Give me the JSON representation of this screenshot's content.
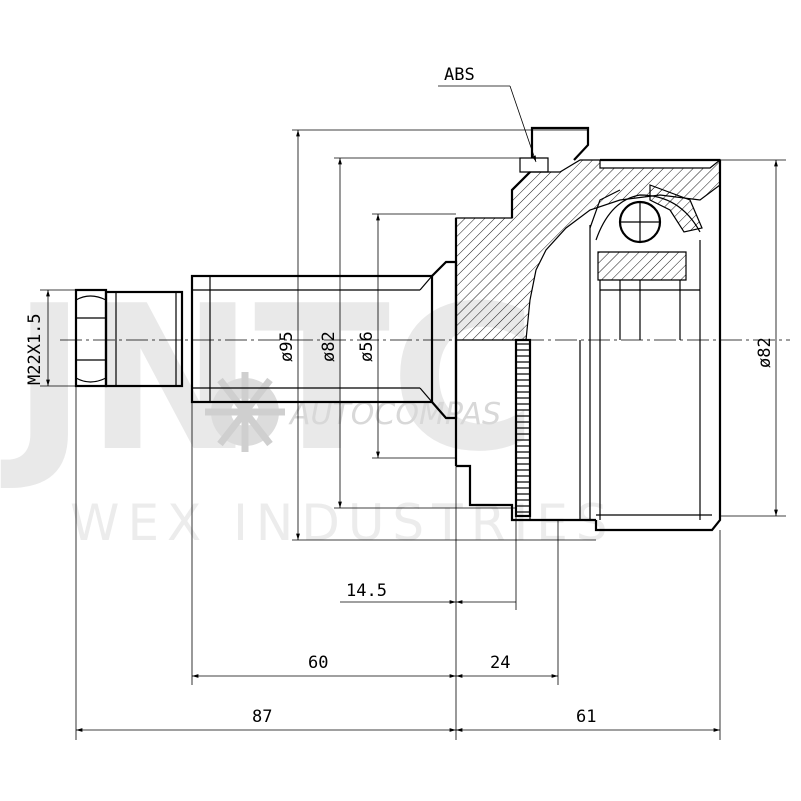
{
  "labels": {
    "abs": "ABS",
    "thread": "M22X1.5",
    "d95": "ø95",
    "d82_inner": "ø82",
    "d56": "ø56",
    "d82_outer": "ø82",
    "dim_14_5": "14.5",
    "dim_60": "60",
    "dim_24": "24",
    "dim_87": "87",
    "dim_61": "61"
  },
  "watermark": {
    "brand": "JNTC",
    "company": "WEX INDUSTRIES",
    "site": "AUTOCOMPAS"
  },
  "colors": {
    "line": "#000000",
    "watermark": "#e9e9e9",
    "background": "#ffffff"
  }
}
